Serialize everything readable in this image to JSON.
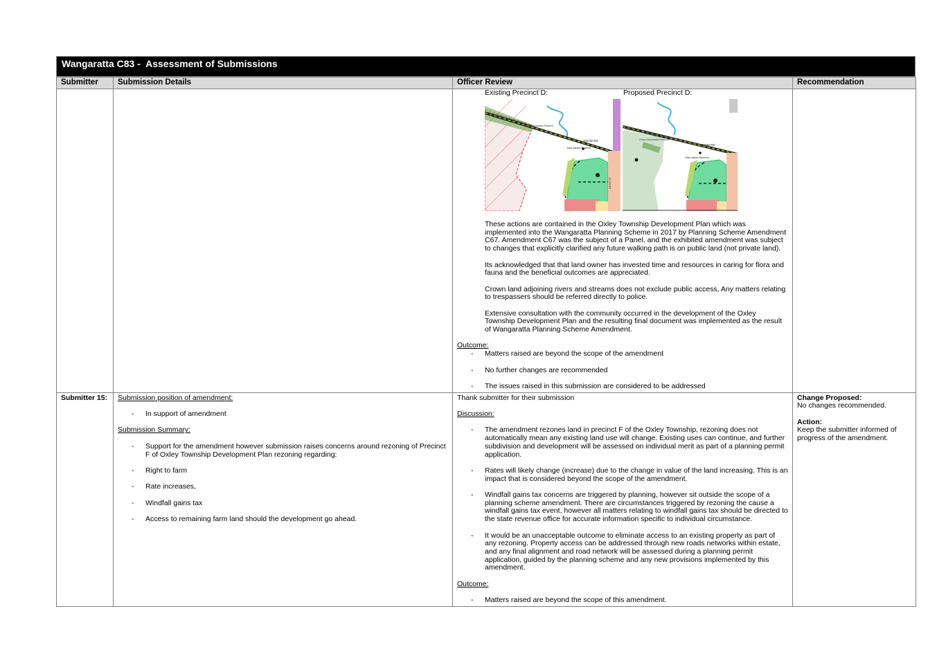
{
  "title": "Wangaratta C83 -  Assessment of Submissions",
  "columns": {
    "submitter": "Submitter",
    "details": "Submission Details",
    "review": "Officer Review",
    "recommendation": "Recommendation"
  },
  "row1": {
    "submitter": "",
    "details": "",
    "map_captions": [
      "Existing Precinct D:",
      "Proposed Precinct D:"
    ],
    "map_labels": {
      "road1": "ENRIGHAN - MYNTLEFORD RD",
      "road2": "SNOW RD",
      "reserve": "Stan Alkan Reserve",
      "creek_reserve": "Oxley Streamside Reserve",
      "street": "KEAS ST"
    },
    "paragraphs": [
      "These actions are contained in the Oxley Township Development Plan which was implemented into the Wangaratta Planning Scheme in 2017 by Planning Scheme Amendment C67. Amendment C67 was the subject of a Panel, and the exhibited amendment was subject to changes that explicitly clarified any future walking path is on public land (not private land).",
      "Its acknowledged that that land owner has invested time and resources in caring for flora and fauna and the beneficial outcomes are appreciated.",
      "Crown land adjoining rivers and streams does not exclude public access, Any matters relating to trespassers should be referred directly to police.",
      "Extensive consultation with the community occurred in the development of the Oxley Township Development Plan and the resulting final document was implemented as the result of Wangaratta Planning Scheme Amendment."
    ],
    "outcome_label": "Outcome:",
    "outcome_items": [
      "Matters raised are beyond the scope of the amendment",
      "No further changes are recommended",
      "The issues raised in this submission are considered to be addressed"
    ],
    "recommendation": ""
  },
  "row2": {
    "submitter": "Submitter 15:",
    "position_label": "Submission position of amendment:",
    "position_items": [
      "In support of amendment"
    ],
    "summary_label": "Submission Summary:",
    "summary_items": [
      "Support for the amendment however submission raises concerns around rezoning of Precinct F of Oxley Township Development Plan rezoning regarding:",
      "Right to farm",
      "Rate increases,",
      "Windfall gains tax",
      "Access to remaining farm land should the development go ahead."
    ],
    "review_intro": "Thank submitter for their submission",
    "discussion_label": "Discussion:",
    "discussion_items": [
      "The amendment rezones land in precinct F of the Oxley Township, rezoning does not automatically mean any existing land use will change. Existing uses can continue, and further subdivision and development will be assessed on individual merit as part of a planning permit application.",
      "Rates will likely change (increase) due to the change in value of the land increasing. This is an impact that is considered beyond the scope of the amendment.",
      "Windfall gains tax concerns are triggered by planning, however sit outside the scope of a planning scheme amendment. There are circumstances triggered by rezoning the cause a windfall gains tax event, however all matters relating to windfall gains tax should be directed to the state revenue office for accurate information specific to individual circumstance.",
      "It would be an unacceptable outcome to eliminate access to an existing property as part of any rezoning. Property access can be addressed through new roads networks within estate, and any final alignment and road network will be assessed during a planning permit application, guided by the planning scheme and any new provisions implemented by this amendment."
    ],
    "outcome_label": "Outcome:",
    "outcome_items": [
      "Matters raised are beyond the scope of this amendment."
    ],
    "rec_change_label": "Change Proposed:",
    "rec_change_text": "No changes recommended.",
    "rec_action_label": "Action:",
    "rec_action_text": "Keep the submitter informed of progress of the amendment."
  },
  "dash": "-"
}
